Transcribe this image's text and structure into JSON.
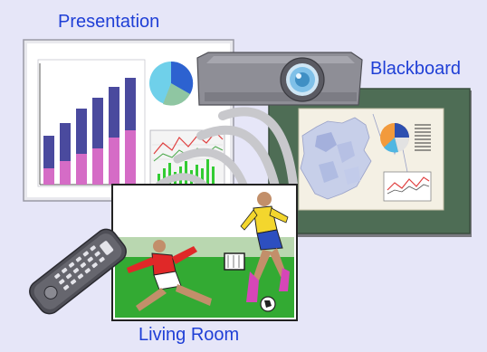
{
  "labels": {
    "presentation": "Presentation",
    "blackboard": "Blackboard",
    "living_room": "Living Room"
  },
  "icons": [
    "projector-icon",
    "remote-control-icon",
    "wireless-signal-icon"
  ],
  "colors": {
    "label_text": "#1f3fd6",
    "background": "#e6e6f8",
    "blackboard_green": "#4e6d55",
    "projector_gray": "#8e8e96",
    "lens_blue": "#7fc0e8"
  }
}
